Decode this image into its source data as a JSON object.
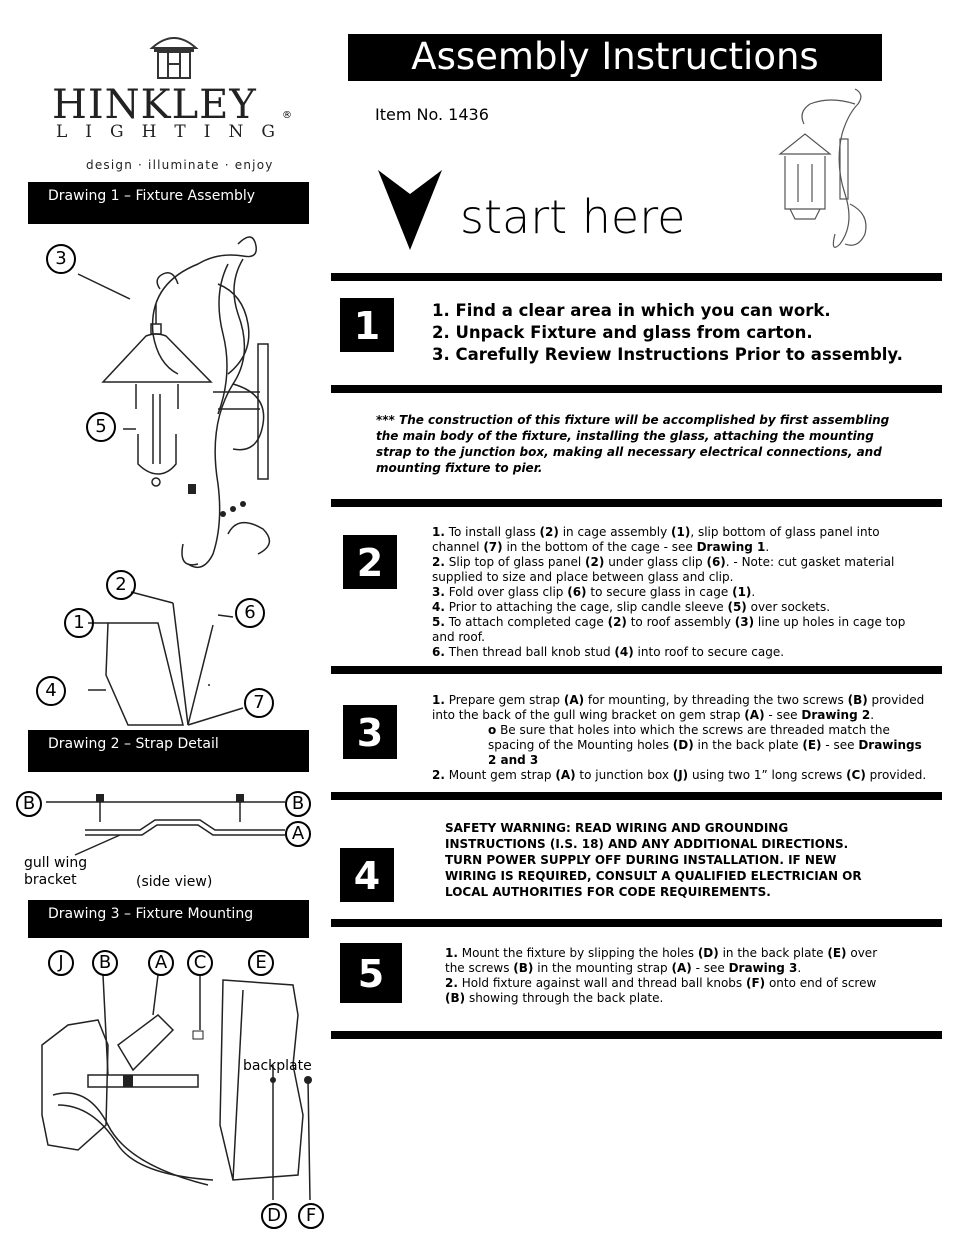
{
  "brand": {
    "name": "HINKLEY",
    "sub": "LIGHTING",
    "reg": "®",
    "tagline": "design · illuminate · enjoy"
  },
  "header": {
    "title": "Assembly Instructions",
    "item_no": "Item No.  1436",
    "start": "start here"
  },
  "drawings": {
    "d1": "Drawing 1 – Fixture Assembly",
    "d2": "Drawing 2 – Strap Detail",
    "d3": "Drawing 3 – Fixture Mounting"
  },
  "callouts": {
    "n3": "3",
    "n5": "5",
    "n2": "2",
    "n1": "1",
    "n6": "6",
    "n4": "4",
    "n7": "7",
    "B": "B",
    "A": "A",
    "J": "J",
    "C": "C",
    "E": "E",
    "D": "D",
    "F": "F",
    "gull1": "gull wing",
    "gull2": "bracket",
    "side_view": "(side view)",
    "backplate": "backplate"
  },
  "steps": {
    "s1": {
      "num": "1",
      "lines": [
        "1. Find a clear area in which you can work.",
        "2. Unpack Fixture and glass from carton.",
        "3. Carefully Review Instructions Prior to assembly."
      ]
    },
    "intro": "*** The construction of this fixture will be accomplished by first assembling the main body of the fixture, installing the glass, attaching the mounting strap to the junction box, making all necessary electrical connections, and mounting fixture to pier.",
    "s2": {
      "num": "2",
      "p1a": "1.",
      "p1b": " To install glass ",
      "p1c": "(2)",
      "p1d": " in cage assembly ",
      "p1e": "(1)",
      "p1f": ", slip bottom of glass panel into channel ",
      "p1g": "(7)",
      "p1h": " in the bottom of the cage - see ",
      "p1i": "Drawing 1",
      "p1j": ".",
      "p2a": "2.",
      "p2b": " Slip top of glass panel ",
      "p2c": "(2)",
      "p2d": " under glass clip ",
      "p2e": "(6)",
      "p2f": ". - Note: cut gasket material supplied to size and place between glass and clip.",
      "p3a": "3.",
      "p3b": " Fold over glass clip ",
      "p3c": "(6)",
      "p3d": " to secure glass in cage ",
      "p3e": "(1)",
      "p3f": ".",
      "p4a": "4.",
      "p4b": " Prior to attaching the cage, slip candle sleeve ",
      "p4c": "(5)",
      "p4d": " over sockets.",
      "p5a": "5.",
      "p5b": " To attach completed cage ",
      "p5c": "(2)",
      "p5d": " to roof assembly ",
      "p5e": "(3)",
      "p5f": " line up holes in cage top and roof.",
      "p6a": "6.",
      "p6b": " Then thread ball knob stud ",
      "p6c": "(4)",
      "p6d": " into roof to secure cage."
    },
    "s3": {
      "num": "3",
      "p1a": "1.",
      "p1b": " Prepare gem strap ",
      "p1c": "(A)",
      "p1d": " for mounting, by threading the two screws ",
      "p1e": "(B)",
      "p1f": " provided into the back of the gull wing bracket on gem strap ",
      "p1g": "(A)",
      "p1h": " - see ",
      "p1i": "Drawing 2",
      "p1j": ".",
      "o_a": "o",
      "o_b": " Be sure that holes into which the screws are threaded match the spacing of the Mounting holes ",
      "o_c": "(D)",
      "o_d": " in the back plate ",
      "o_e": "(E)",
      "o_f": " - see ",
      "o_g": "Drawings 2 and 3",
      "p2a": "2.",
      "p2b": " Mount gem strap ",
      "p2c": "(A)",
      "p2d": " to junction box ",
      "p2e": "(J)",
      "p2f": " using two 1” long screws ",
      "p2g": "(C)",
      "p2h": " provided."
    },
    "s4": {
      "num": "4",
      "warning": "SAFETY WARNING: READ WIRING AND GROUNDING INSTRUCTIONS (I.S. 18) AND ANY ADDITIONAL DIRECTIONS. TURN POWER SUPPLY OFF DURING INSTALLATION. IF NEW WIRING IS REQUIRED, CONSULT A QUALIFIED ELECTRICIAN OR LOCAL AUTHORITIES FOR CODE REQUIREMENTS."
    },
    "s5": {
      "num": "5",
      "p1a": "1.",
      "p1b": " Mount the fixture by slipping the holes ",
      "p1c": "(D)",
      "p1d": " in the back plate ",
      "p1e": "(E)",
      "p1f": " over the screws ",
      "p1g": "(B)",
      "p1h": " in the mounting strap ",
      "p1i": "(A)",
      "p1j": " - see ",
      "p1k": "Drawing 3",
      "p1l": ".",
      "p2a": "2.",
      "p2b": " Hold fixture against wall and thread ball knobs ",
      "p2c": "(F)",
      "p2d": " onto end of screw ",
      "p2e": "(B)",
      "p2f": " showing through the back plate."
    }
  }
}
